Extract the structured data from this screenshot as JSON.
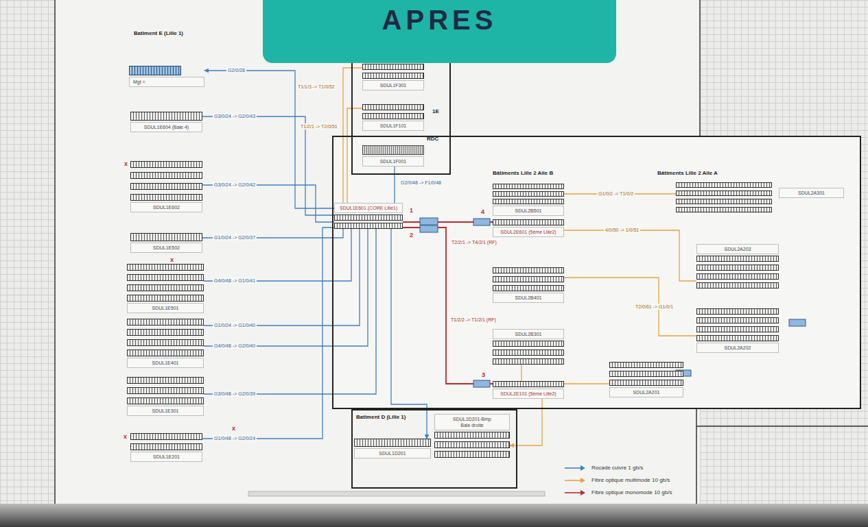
{
  "diagram": {
    "title": "APRES",
    "nodes": [
      {
        "text": [
          "Mgt ="
        ]
      },
      {
        "text": [
          "SDUL1E604 (Baie 4)"
        ]
      },
      {
        "text": [
          "SDUL1E602"
        ]
      },
      {
        "text": [
          "SDUL1E502"
        ]
      },
      {
        "text": [
          "SDUL1E501"
        ]
      },
      {
        "text": [
          "SDUL1E401"
        ]
      },
      {
        "text": [
          "SDUL1E301"
        ]
      },
      {
        "text": [
          "SDUL1E201"
        ]
      },
      {
        "text": [
          "1E",
          "RDC"
        ]
      },
      {
        "text": [
          "SDUL1F301"
        ],
        "in": 8
      },
      {
        "text": [
          "SDUL1F101"
        ],
        "in": 8
      },
      {
        "text": [
          "SDUL1F001"
        ],
        "in": 8
      },
      {
        "text": [
          "Bâtiments Lille 2 Aile B",
          "Bâtiments Lille 2 Aile A"
        ]
      },
      {
        "text": [
          "SDUL1E601 (CORE Lille1)"
        ],
        "in": 12
      },
      {
        "text": [
          "SDUL2B501"
        ],
        "in": 12
      },
      {
        "text": [
          "SDUL2E601 (5ème Lille2)"
        ],
        "in": 12
      },
      {
        "text": [
          "SDUL2B401"
        ],
        "in": 12
      },
      {
        "text": [
          "SDUL2B301"
        ],
        "in": 12
      },
      {
        "text": [
          "SDUL2E101 (5ème Lille2)"
        ],
        "in": 12
      },
      {
        "text": [
          "SDUL2A301"
        ],
        "in": 12
      },
      {
        "text": [
          "SDUL2A203"
        ],
        "in": 12
      },
      {
        "text": [
          "SDUL2A202"
        ],
        "in": 12
      },
      {
        "text": [
          "SDUL2A201"
        ],
        "in": 12
      },
      {
        "text": [
          "Batiment D (Lille 1)"
        ]
      },
      {
        "text": [
          "SDUL1D201"
        ],
        "in": 23
      },
      {
        "text": [
          "SDUL1D201-Bmp",
          "Baie droite"
        ],
        "in": 23
      }
    ],
    "edges": [
      {
        "from": 13,
        "to": 0,
        "arrow": "to",
        "label": "G2/0/28"
      },
      {
        "from": 1,
        "to": 13,
        "arrow": "none",
        "label": "G3/0/24 -> G2/0/43"
      },
      {
        "from": 2,
        "to": 13,
        "arrow": "none",
        "label": "G3/0/24 -> G2/0/42"
      },
      {
        "from": 3,
        "to": 13,
        "arrow": "none",
        "label": "G1/0/24 -> G2/0/37"
      },
      {
        "from": 4,
        "to": 13,
        "arrow": "none",
        "label": "G4/0/48 -> G1/0/41"
      },
      {
        "from": 5,
        "to": 13,
        "arrow": "none",
        "label": "G1/0/24 -> G1/0/40"
      },
      {
        "from": 5,
        "to": 13,
        "arrow": "none",
        "label": "G4/0/48 -> G2/0/40"
      },
      {
        "from": 6,
        "to": 13,
        "arrow": "none",
        "label": "G3/0/48 -> G2/0/39"
      },
      {
        "from": 7,
        "to": 13,
        "arrow": "none",
        "label": "G1/0/48 -> G2/0/24"
      },
      {
        "from": 9,
        "to": 13,
        "arrow": "none",
        "label": "T1/1/3 -> T1/0/52"
      },
      {
        "from": 10,
        "to": 13,
        "arrow": "none",
        "label": "T1/2/1 -> T2/0/51"
      },
      {
        "from": 11,
        "to": 13,
        "arrow": "none",
        "label": "G2/0/48 -> F1/0/48"
      },
      {
        "from": 13,
        "to": 15,
        "arrow": "none",
        "label": "T2/2/1 -> T4/2/1 (RF)"
      },
      {
        "from": 13,
        "to": 18,
        "arrow": "none",
        "label": "T1/2/2 -> T1/2/1 (RF)"
      },
      {
        "from": 13,
        "to": 24,
        "arrow": "to"
      },
      {
        "from": 14,
        "to": 19,
        "arrow": "none",
        "label": "G1/0/2 -> T1/0/2"
      },
      {
        "from": 15,
        "to": 20,
        "arrow": "none",
        "label": "4/0/50 -> 1/0/51"
      },
      {
        "from": 16,
        "to": 21,
        "arrow": "none",
        "label": "T2/0/61 -> G1/0/1"
      },
      {
        "from": 17,
        "to": 18,
        "arrow": "none"
      },
      {
        "from": 18,
        "to": 22,
        "arrow": "none"
      },
      {
        "from": 18,
        "to": 25,
        "arrow": "to"
      }
    ],
    "labels": [
      "Batiment E (Lille 1)",
      "1",
      "2",
      "3",
      "4",
      "x",
      "x",
      "x",
      "x"
    ],
    "legend": [
      {
        "text": "Rocade cuivre 1 gb/s",
        "color": "#3f7fc0"
      },
      {
        "text": "Fibre optique multimode 10 gb/s",
        "color": "#e8a23c"
      },
      {
        "text": "Fibre optique monomode 10 gb/s",
        "color": "#c1272d"
      }
    ]
  }
}
